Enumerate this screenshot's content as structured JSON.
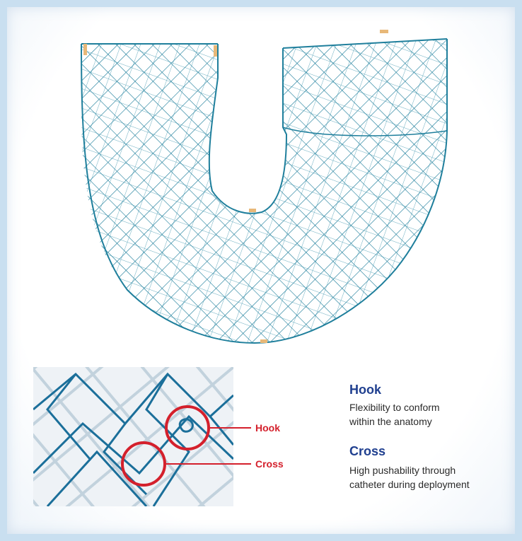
{
  "colors": {
    "wire": "#1f7f9c",
    "callout": "#d4202c",
    "title": "#1f3f8f",
    "frame": "#c9dff0"
  },
  "callouts": {
    "hook_label": "Hook",
    "cross_label": "Cross"
  },
  "features": [
    {
      "title": "Hook",
      "description_line1": "Flexibility to conform",
      "description_line2": "within the anatomy"
    },
    {
      "title": "Cross",
      "description_line1": "High pushability through",
      "description_line2": "catheter during deployment"
    }
  ]
}
